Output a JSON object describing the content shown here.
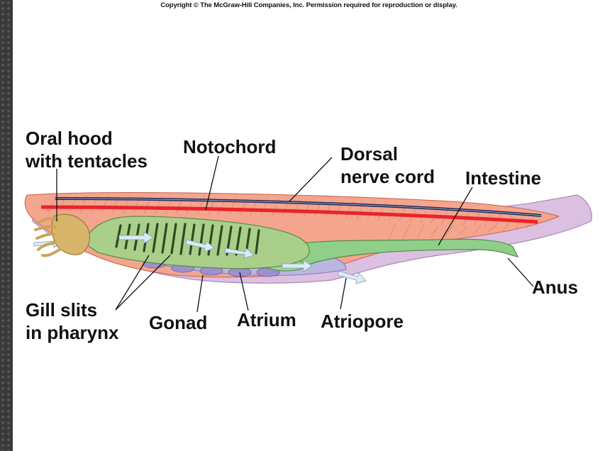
{
  "copyright": "Copyright © The McGraw-Hill Companies, Inc. Permission required for reproduction or display.",
  "labels": {
    "oral_hood_line1": "Oral hood",
    "oral_hood_line2": "with tentacles",
    "notochord": "Notochord",
    "dorsal_line1": "Dorsal",
    "dorsal_line2": "nerve cord",
    "intestine": "Intestine",
    "anus": "Anus",
    "gill_line1": "Gill slits",
    "gill_line2": "in pharynx",
    "gonad": "Gonad",
    "atrium": "Atrium",
    "atriopore": "Atriopore"
  },
  "colors": {
    "body_muscle": "#f2a08a",
    "notochord": "#e8242a",
    "nerve_cord": "#1c2a5c",
    "pharynx": "#a9cf8b",
    "intestine": "#8fcf8a",
    "atrium": "#b9b7e0",
    "fin": "#d6b4dc",
    "oral_hood": "#d7b56a"
  }
}
